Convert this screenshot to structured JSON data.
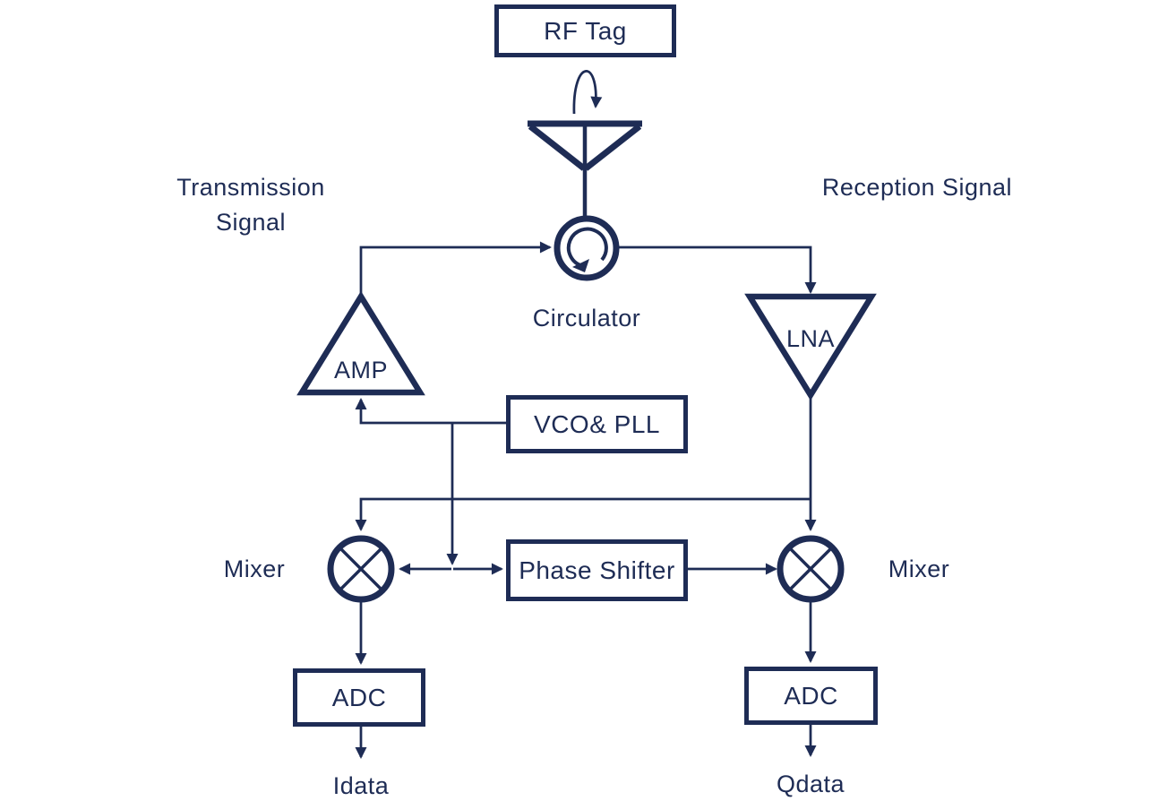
{
  "diagram": {
    "title_hint": "RF tag reader front-end block diagram",
    "colors": {
      "ink": "#1e2c55",
      "background": "#ffffff"
    },
    "nodes": {
      "rf_tag": "RF Tag",
      "circulator": "Circulator",
      "amp": "AMP",
      "lna": "LNA",
      "vco_pll": "VCO& PLL",
      "phase_shifter": "Phase Shifter",
      "mixer_left": "Mixer",
      "mixer_right": "Mixer",
      "adc_left": "ADC",
      "adc_right": "ADC"
    },
    "annotations": {
      "transmission_signal": "Transmission Signal",
      "reception_signal": "Reception Signal",
      "idata": "Idata",
      "qdata": "Qdata"
    },
    "icons": [
      "antenna-icon",
      "circulator-rotation-icon",
      "backscatter-arc-arrow-icon",
      "amplifier-triangle-icon",
      "lna-triangle-icon",
      "mixer-cross-circle-icon"
    ]
  }
}
